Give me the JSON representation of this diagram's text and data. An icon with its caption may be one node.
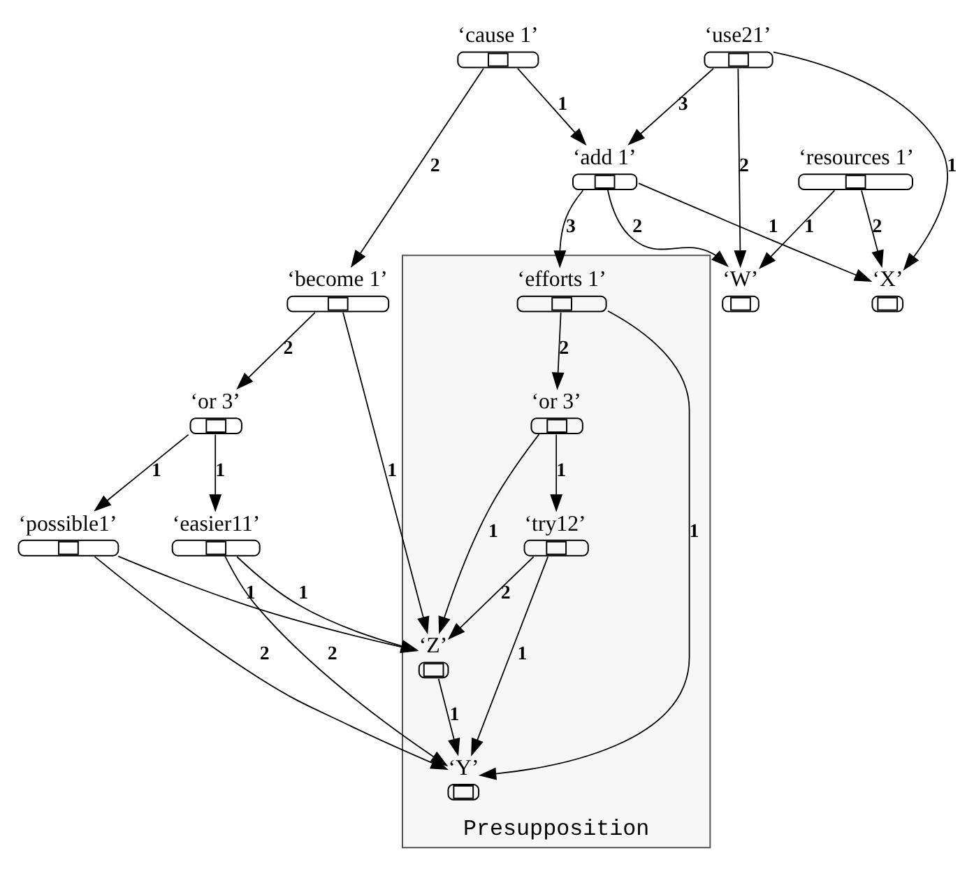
{
  "diagram": {
    "nodes": [
      {
        "text": [
          "Presupposition"
        ]
      },
      {
        "text": [
          "‘cause 1’"
        ]
      },
      {
        "text": [
          "‘add 1’"
        ]
      },
      {
        "text": [
          "‘use21’"
        ]
      },
      {
        "text": [
          "‘X’"
        ]
      },
      {
        "text": [
          "‘W’"
        ]
      },
      {
        "text": [
          "‘resources 1’"
        ]
      },
      {
        "text": [
          "‘efforts 1’"
        ],
        "in": 0
      },
      {
        "text": [
          "‘Y’"
        ],
        "in": 0
      },
      {
        "text": [
          "‘or 3’"
        ],
        "in": 0
      },
      {
        "text": [
          "‘try12’"
        ],
        "in": 0
      },
      {
        "text": [
          "‘Z’"
        ],
        "in": 0
      },
      {
        "text": [
          "‘become 1’"
        ]
      },
      {
        "text": [
          "‘possible1’"
        ]
      },
      {
        "text": [
          "‘easier11’"
        ]
      },
      {
        "text": [
          "‘or 3’"
        ]
      }
    ],
    "edges": [
      {
        "from": 1,
        "to": 2,
        "arrow": "to",
        "label": "1"
      },
      {
        "from": 1,
        "to": 12,
        "arrow": "to",
        "label": "2"
      },
      {
        "from": 2,
        "to": 4,
        "arrow": "to",
        "label": "1"
      },
      {
        "from": 2,
        "to": 5,
        "arrow": "to",
        "label": "2"
      },
      {
        "from": 2,
        "to": 7,
        "arrow": "to",
        "label": "3"
      },
      {
        "from": 3,
        "to": 4,
        "arrow": "to",
        "label": "1"
      },
      {
        "from": 3,
        "to": 5,
        "arrow": "to",
        "label": "2"
      },
      {
        "from": 3,
        "to": 2,
        "arrow": "to",
        "label": "3"
      },
      {
        "from": 6,
        "to": 5,
        "arrow": "to",
        "label": "1"
      },
      {
        "from": 6,
        "to": 4,
        "arrow": "to",
        "label": "2"
      },
      {
        "from": 7,
        "to": 8,
        "arrow": "to",
        "label": "1"
      },
      {
        "from": 7,
        "to": 9,
        "arrow": "to",
        "label": "2"
      },
      {
        "from": 9,
        "to": 10,
        "arrow": "to",
        "label": "1"
      },
      {
        "from": 9,
        "to": 11,
        "arrow": "to",
        "label": "1"
      },
      {
        "from": 10,
        "to": 8,
        "arrow": "to",
        "label": "1"
      },
      {
        "from": 10,
        "to": 11,
        "arrow": "to",
        "label": "2"
      },
      {
        "from": 11,
        "to": 8,
        "arrow": "to",
        "label": "1"
      },
      {
        "from": 12,
        "to": 11,
        "arrow": "to",
        "label": "1"
      },
      {
        "from": 12,
        "to": 15,
        "arrow": "to",
        "label": "2"
      },
      {
        "from": 13,
        "to": 11,
        "arrow": "to",
        "label": "1"
      },
      {
        "from": 13,
        "to": 8,
        "arrow": "to",
        "label": "2"
      },
      {
        "from": 14,
        "to": 11,
        "arrow": "to",
        "label": "1"
      },
      {
        "from": 14,
        "to": 8,
        "arrow": "to",
        "label": "2"
      },
      {
        "from": 15,
        "to": 13,
        "arrow": "to",
        "label": "1"
      },
      {
        "from": 15,
        "to": 14,
        "arrow": "to",
        "label": "1"
      }
    ]
  }
}
